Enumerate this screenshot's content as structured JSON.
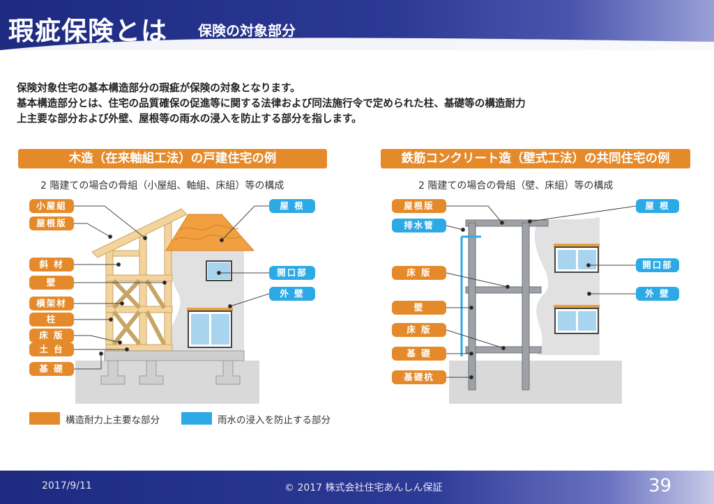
{
  "header": {
    "title": "瑕疵保険とは",
    "subtitle": "保険の対象部分"
  },
  "intro": [
    "保険対象住宅の基本構造部分の瑕疵が保険の対象となります。",
    "基本構造部分とは、住宅の品質確保の促進等に関する法律および同法施行令で定められた柱、基礎等の構造耐力",
    "上主要な部分および外壁、屋根等の雨水の浸入を防止する部分を指します。"
  ],
  "left_panel": {
    "title": "木造（在来軸組工法）の戸建住宅の例",
    "subtitle": "2 階建ての場合の骨組（小屋組、軸組、床組）等の構成",
    "labels_left": [
      "小屋組",
      "屋根版",
      "斜 材",
      "壁",
      "横架材",
      "柱",
      "床 版",
      "土 台",
      "基 礎"
    ],
    "labels_right": [
      "屋 根",
      "開口部",
      "外 壁"
    ]
  },
  "right_panel": {
    "title": "鉄筋コンクリート造（壁式工法）の共同住宅の例",
    "subtitle": "2 階建ての場合の骨組（壁、床組）等の構成",
    "labels_left": [
      "屋根版",
      "排水管",
      "床 版",
      "壁",
      "床 版",
      "基 礎",
      "基礎杭"
    ],
    "labels_right": [
      "屋 根",
      "開口部",
      "外 壁"
    ]
  },
  "legend": {
    "structural": "構造耐力上主要な部分",
    "rainwater": "雨水の浸入を防止する部分"
  },
  "colors": {
    "orange": "#e58a2a",
    "blue": "#2daae6",
    "navy": "#1d2a80"
  },
  "footer": {
    "date": "2017/9/11",
    "copyright": "© 2017 株式会社住宅あんしん保証",
    "page": "39"
  }
}
